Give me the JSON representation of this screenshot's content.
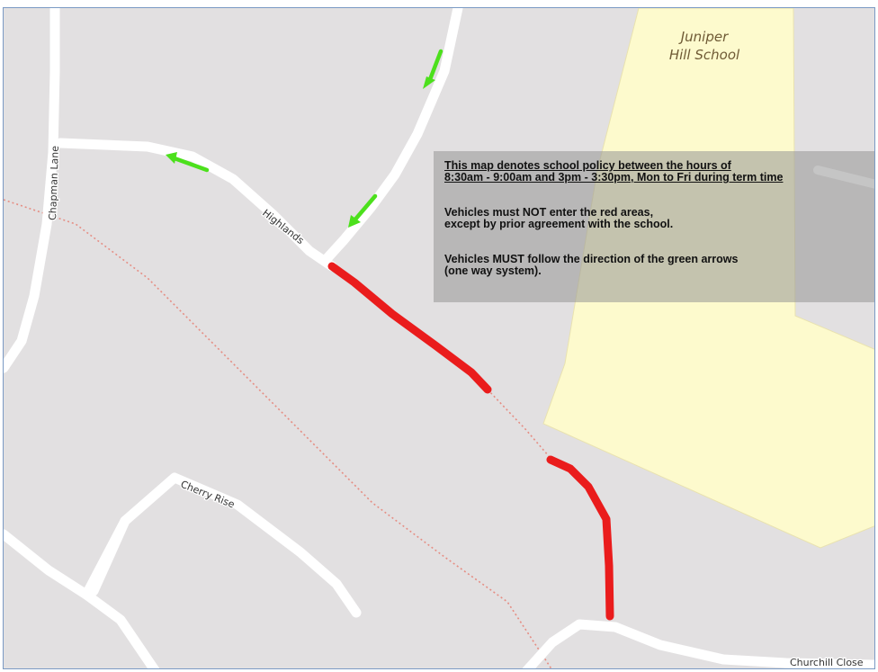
{
  "map": {
    "school_name_line1": "Juniper",
    "school_name_line2": "Hill School",
    "streets": {
      "chapman_lane": "Chapman Lane",
      "highlands": "Highlands",
      "cherry_rise": "Cherry Rise",
      "churchill_close": "Churchill Close"
    },
    "colors": {
      "background": "#e2e0e1",
      "road": "#ffffff",
      "school_area": "#fdfacd",
      "restricted_red": "#ea1c1c",
      "one_way_green": "#4ce01c",
      "footpath": "#e58d83"
    },
    "icons": [
      "green-arrow-icon"
    ]
  },
  "notice": {
    "heading_line1": "This map denotes school policy between the hours of",
    "heading_line2": "8:30am - 9:00am and 3pm - 3:30pm, Mon to Fri during term time",
    "red_rule_line1": "Vehicles must NOT enter the red areas,",
    "red_rule_line2": "except by prior agreement with the school.",
    "green_rule_line1": "Vehicles MUST follow the direction of the green arrows",
    "green_rule_line2": "(one way system)."
  }
}
